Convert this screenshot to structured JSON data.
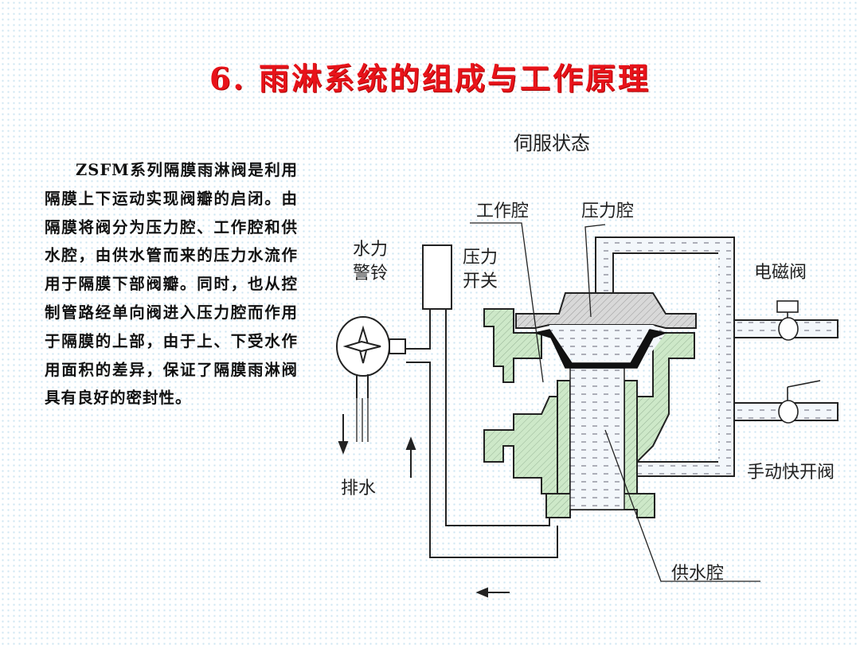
{
  "title": "6. 雨淋系统的组成与工作原理",
  "description": "ZSFM系列隔膜雨淋阀是利用隔膜上下运动实现阀瓣的启闭。由隔膜将阀分为压力腔、工作腔和供水腔，由供水管而来的压力水流作用于隔膜下部阀瓣。同时，也从控制管路经单向阀进入压力腔而作用于隔膜的上部，由于上、下受水作用面积的差异，保证了隔膜雨淋阀具有良好的密封性。",
  "diagram": {
    "state_label": "伺服状态",
    "labels": {
      "working_chamber": "工作腔",
      "pressure_chamber": "压力腔",
      "water_bell_line1": "水力",
      "water_bell_line2": "警铃",
      "pressure_switch_line1": "压力",
      "pressure_switch_line2": "开关",
      "solenoid_valve": "电磁阀",
      "manual_valve": "手动快开阀",
      "drain": "排水",
      "supply_chamber": "供水腔"
    }
  },
  "colors": {
    "title": "#e8131a",
    "valve_body": "#cde8c8",
    "pressure_body": "#d8d8d8",
    "water_fill": "#eef4fb",
    "diaphragm": "#111111"
  }
}
